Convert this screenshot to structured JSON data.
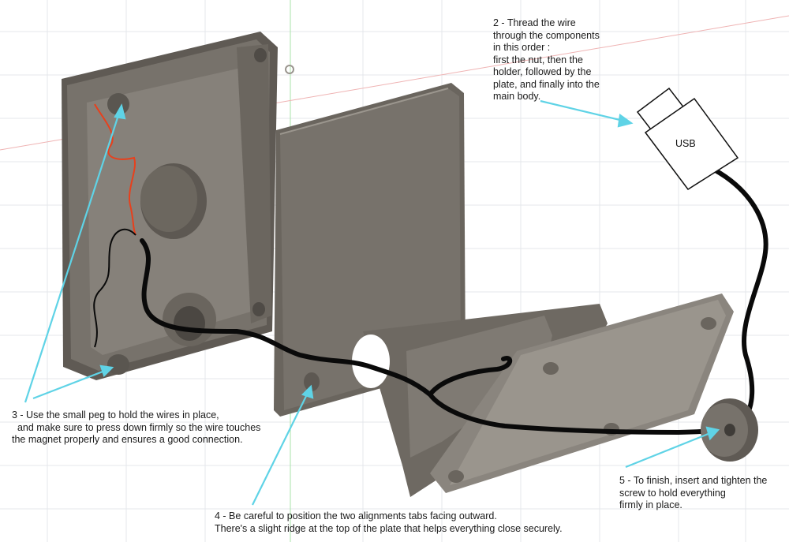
{
  "notes": {
    "step2": "2 - Thread the wire\nthrough the components\nin this order :\nfirst the nut, then the\nholder, followed by the\nplate, and finally into the\nmain body.",
    "step3": "3 - Use the small peg to hold the wires in place,\n  and make sure to press down firmly so the wire touches\nthe magnet properly and ensures a good connection.",
    "step4": "4 - Be careful to position the two alignments tabs facing outward.\nThere's a slight ridge at the top of the plate that helps everything close securely.",
    "step5": "5 - To finish, insert and tighten the\nscrew to hold everything\nfirmly in place."
  },
  "usb_label": "USB",
  "colors": {
    "arrow": "#5fd3e6",
    "part_dark": "#6b665f",
    "part_mid": "#7d7871",
    "part_light": "#958f86",
    "wire_black": "#0a0a0a",
    "wire_red": "#e8401c",
    "grid": "#e3e6ea"
  }
}
